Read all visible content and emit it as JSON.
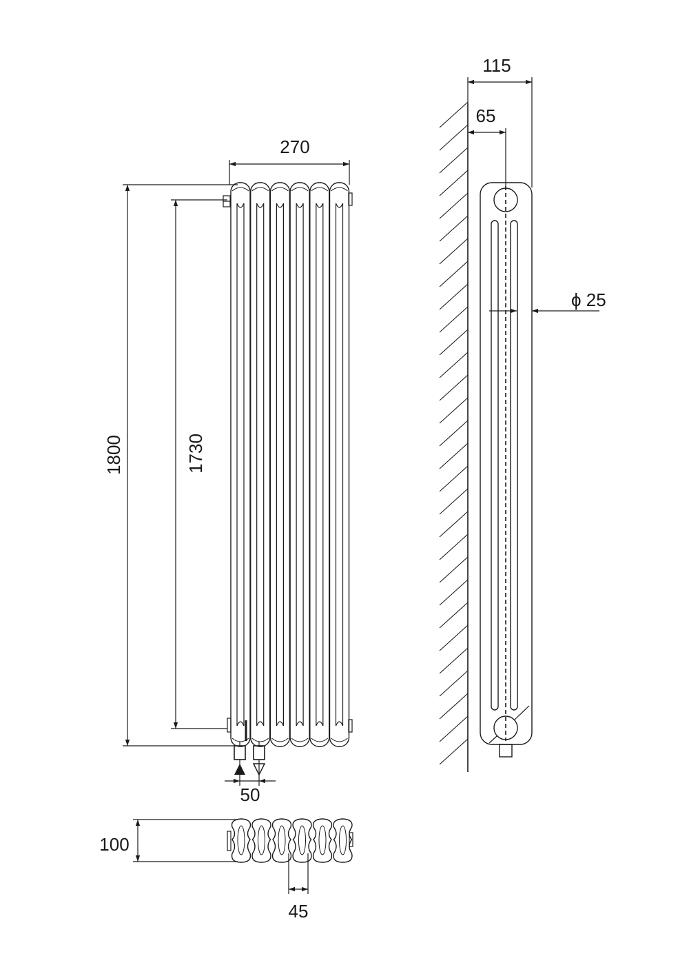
{
  "dimensions": {
    "total_width": "270",
    "total_height": "1800",
    "connection_center_distance": "1730",
    "connection_spacing": "50",
    "section_depth": "100",
    "section_pitch": "45",
    "overall_depth": "115",
    "wall_to_axis": "65",
    "pipe_diameter": "ϕ 25"
  },
  "colors": {
    "line": "#1a1a1a",
    "background": "#ffffff"
  }
}
